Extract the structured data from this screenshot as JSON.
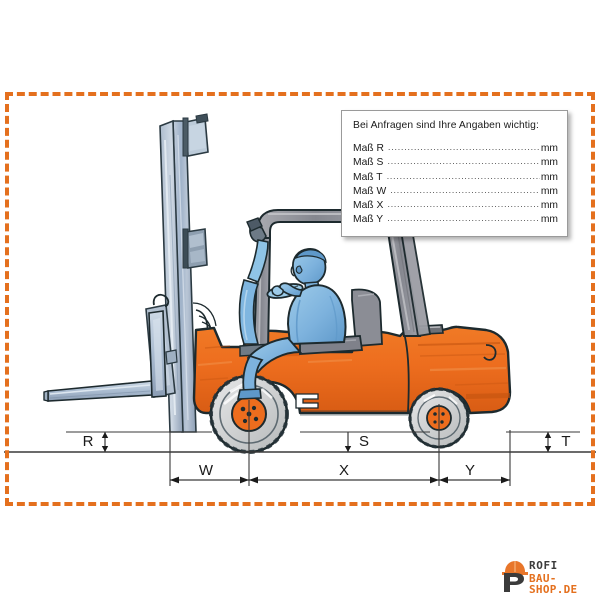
{
  "page": {
    "background_color": "#ffffff",
    "frame_color": "#E4701E",
    "body_color": "#ED6D1E",
    "mast_color": "#9fb4cf",
    "guard_color": "#8d8f97",
    "person_color": "#7fb6e0",
    "ink_color": "#1d2a2e"
  },
  "info_box": {
    "title": "Bei Anfragen sind Ihre Angaben wichtig:",
    "dots": "...................................................",
    "rows": [
      {
        "label": "Maß R",
        "unit": "mm"
      },
      {
        "label": "Maß S",
        "unit": "mm"
      },
      {
        "label": "Maß T",
        "unit": "mm"
      },
      {
        "label": "Maß W",
        "unit": "mm"
      },
      {
        "label": "Maß X",
        "unit": "mm"
      },
      {
        "label": "Maß Y",
        "unit": "mm"
      }
    ]
  },
  "dimensions": {
    "vertical": [
      {
        "id": "R",
        "label": "R"
      },
      {
        "id": "S",
        "label": "S"
      },
      {
        "id": "T",
        "label": "T"
      }
    ],
    "horizontal": [
      {
        "id": "W",
        "label": "W"
      },
      {
        "id": "X",
        "label": "X"
      },
      {
        "id": "Y",
        "label": "Y"
      }
    ]
  },
  "logo": {
    "line1": "ROFI",
    "line2": "BAU-SHOP.DE",
    "initial": "P",
    "helmet_color": "#E8762A",
    "text_color": "#3b3b3b",
    "accent_color": "#E4701E"
  }
}
